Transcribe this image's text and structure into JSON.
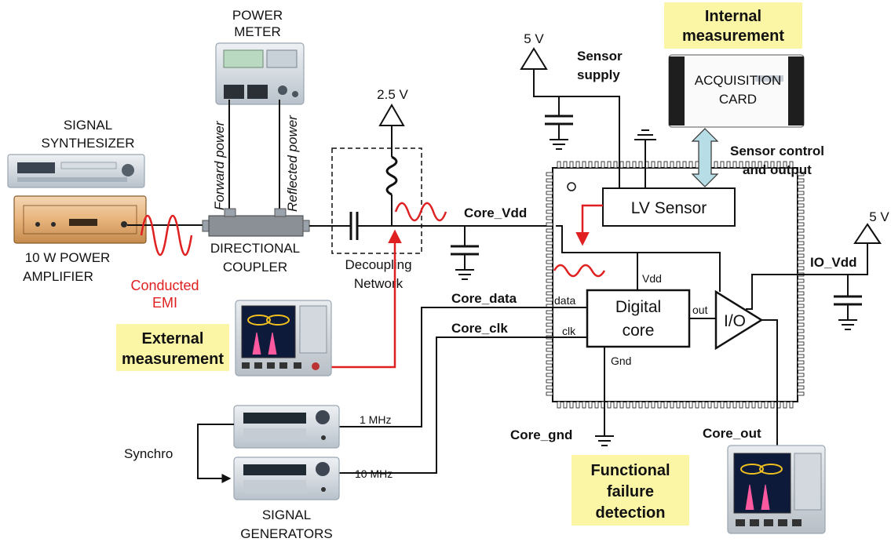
{
  "labels": {
    "power_meter_l1": "POWER",
    "power_meter_l2": "METER",
    "signal_synth_l1": "SIGNAL",
    "signal_synth_l2": "SYNTHESIZER",
    "amp_l1": "10 W POWER",
    "amp_l2": "AMPLIFIER",
    "coupler_l1": "DIRECTIONAL",
    "coupler_l2": "COUPLER",
    "forward_power": "Forward power",
    "reflected_power": "Reflected power",
    "conducted_l1": "Conducted",
    "conducted_l2": "EMI",
    "decoupling_l1": "Decoupling",
    "decoupling_l2": "Network",
    "v25": "2.5 V",
    "v5_top": "5 V",
    "v5_right": "5 V",
    "sensor_supply_l1": "Sensor",
    "sensor_supply_l2": "supply",
    "internal_l1": "Internal",
    "internal_l2": "measurement",
    "acq_l1": "ACQUISITION",
    "acq_l2": "CARD",
    "sensor_ctrl_l1": "Sensor control",
    "sensor_ctrl_l2": "and output",
    "lv_sensor": "LV Sensor",
    "core_vdd": "Core_Vdd",
    "io_vdd": "IO_Vdd",
    "vdd": "Vdd",
    "data_pin": "data",
    "clk_pin": "clk",
    "out_pin": "out",
    "gnd_pin": "Gnd",
    "digital_core_l1": "Digital",
    "digital_core_l2": "core",
    "io": "I/O",
    "core_data": "Core_data",
    "core_clk": "Core_clk",
    "core_gnd": "Core_gnd",
    "core_out": "Core_out",
    "external_l1": "External",
    "external_l2": "measurement",
    "functional_l1": "Functional",
    "functional_l2": "failure",
    "functional_l3": "detection",
    "synchro": "Synchro",
    "mhz1": "1 MHz",
    "mhz10": "10 MHz",
    "gens_l1": "SIGNAL",
    "gens_l2": "GENERATORS"
  },
  "colors": {
    "signal_red": "#e02020",
    "callout_yellow": "#fbf6a5",
    "arrow_blue": "#b7dde6"
  }
}
